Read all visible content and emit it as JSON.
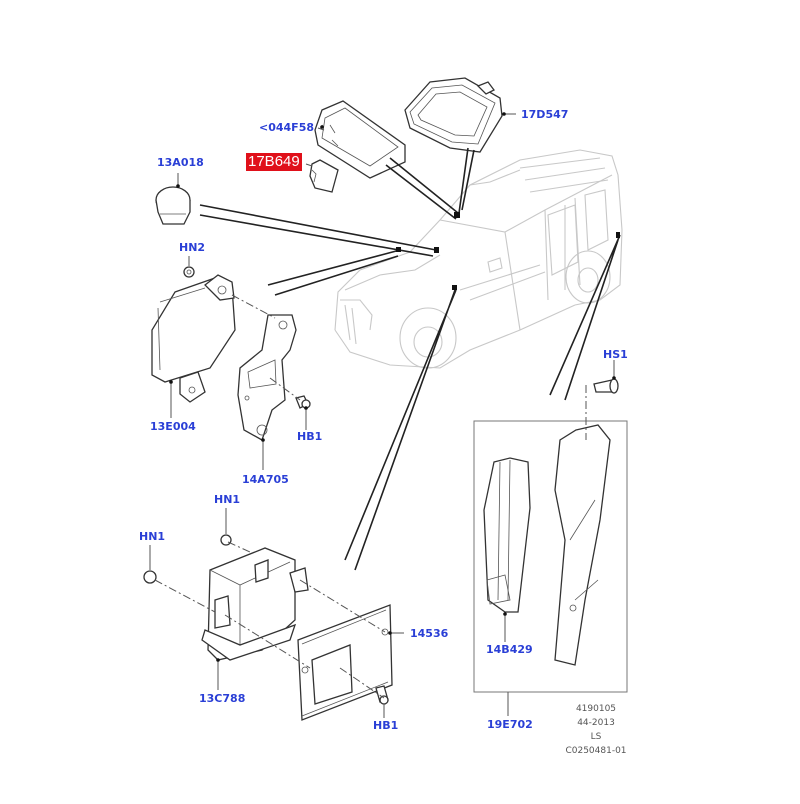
{
  "diagram": {
    "type": "exploded-parts-diagram",
    "colors": {
      "label": "#2a3fd6",
      "highlight_bg": "#e0101a",
      "highlight_text": "#ffffff",
      "line_art": "#333333",
      "vehicle_outline": "#c8c8c8"
    },
    "parts": [
      {
        "id": "p-044f58",
        "label": "<044F58",
        "highlighted": false
      },
      {
        "id": "p-17d547",
        "label": "17D547",
        "highlighted": false
      },
      {
        "id": "p-17b649",
        "label": "17B649",
        "highlighted": true
      },
      {
        "id": "p-13a018",
        "label": "13A018",
        "highlighted": false
      },
      {
        "id": "p-hn2",
        "label": "HN2",
        "highlighted": false
      },
      {
        "id": "p-13e004",
        "label": "13E004",
        "highlighted": false
      },
      {
        "id": "p-hb1-a",
        "label": "HB1",
        "highlighted": false
      },
      {
        "id": "p-14a705",
        "label": "14A705",
        "highlighted": false
      },
      {
        "id": "p-hs1",
        "label": "HS1",
        "highlighted": false
      },
      {
        "id": "p-hn1-a",
        "label": "HN1",
        "highlighted": false
      },
      {
        "id": "p-hn1-b",
        "label": "HN1",
        "highlighted": false
      },
      {
        "id": "p-14536",
        "label": "14536",
        "highlighted": false
      },
      {
        "id": "p-13c788",
        "label": "13C788",
        "highlighted": false
      },
      {
        "id": "p-hb1-b",
        "label": "HB1",
        "highlighted": false
      },
      {
        "id": "p-14b429",
        "label": "14B429",
        "highlighted": false
      },
      {
        "id": "p-19e702",
        "label": "19E702",
        "highlighted": false
      }
    ],
    "reference": {
      "line1": "4190105",
      "line2": "44-2013",
      "line3": "LS",
      "line4": "C0250481-01"
    }
  }
}
